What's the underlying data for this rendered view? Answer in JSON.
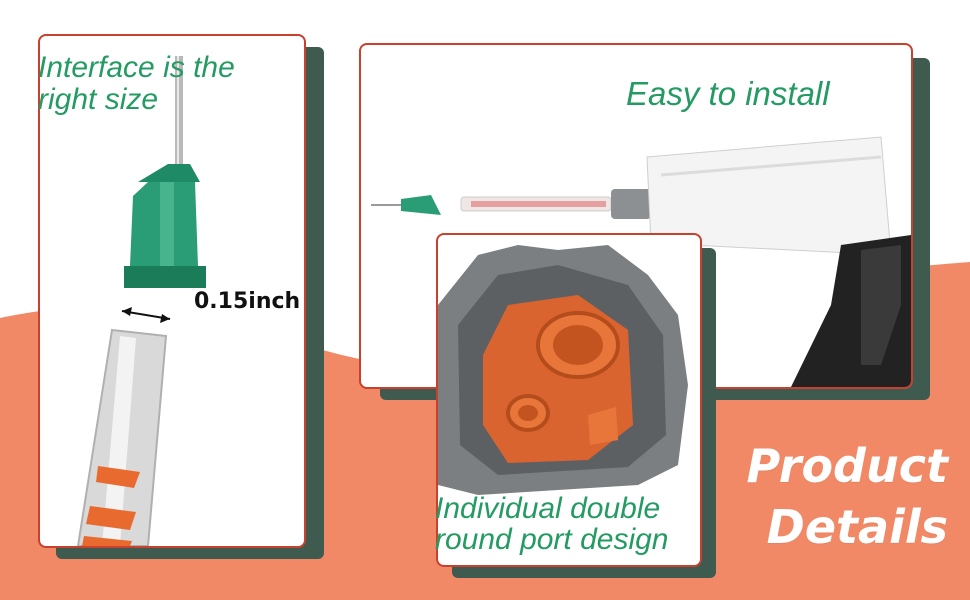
{
  "captions": {
    "interface_line1": "Interface is the",
    "interface_line2": "right size",
    "measurement": "0.15inch",
    "easy_install": "Easy to install",
    "port_line1": "Individual double",
    "port_line2": "round port design"
  },
  "headline": {
    "line1": "Product",
    "line2": "Details"
  },
  "colors": {
    "accent_orange": "#f28966",
    "panel_border": "#c8402e",
    "caption_green": "#239b63",
    "shadow_green": "#3f5a4f"
  }
}
